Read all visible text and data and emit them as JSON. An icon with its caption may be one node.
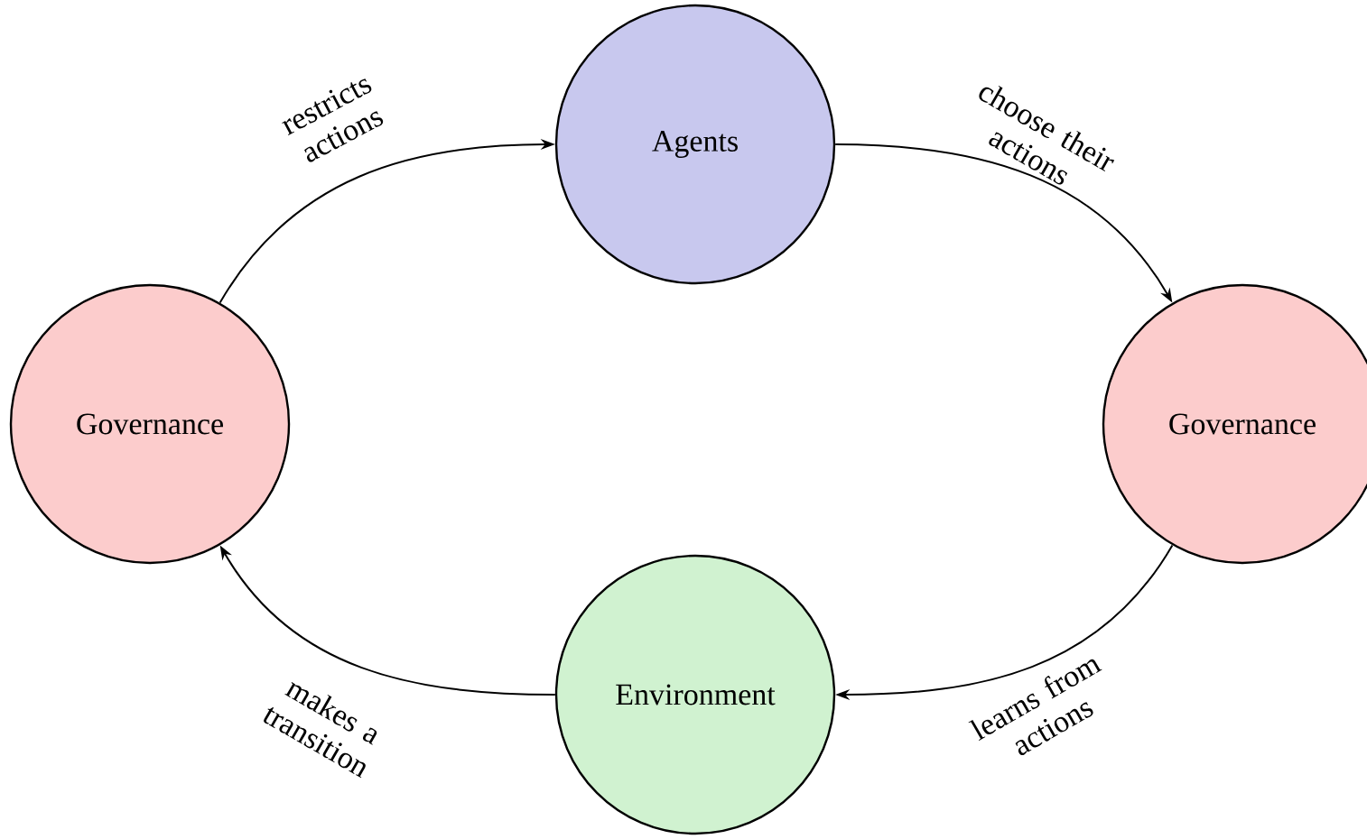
{
  "diagram": {
    "nodes": [
      {
        "text": [
          "Agents"
        ]
      },
      {
        "text": [
          "Governance"
        ]
      },
      {
        "text": [
          "Governance"
        ]
      },
      {
        "text": [
          "Environment"
        ]
      }
    ],
    "edges": [
      {
        "from": 1,
        "to": 0,
        "arrow": "to",
        "label": "restricts actions"
      },
      {
        "from": 0,
        "to": 2,
        "arrow": "to",
        "label": "choose their actions"
      },
      {
        "from": 2,
        "to": 3,
        "arrow": "to",
        "label": "learns from actions"
      },
      {
        "from": 3,
        "to": 1,
        "arrow": "to",
        "label": "makes a transition"
      }
    ]
  }
}
